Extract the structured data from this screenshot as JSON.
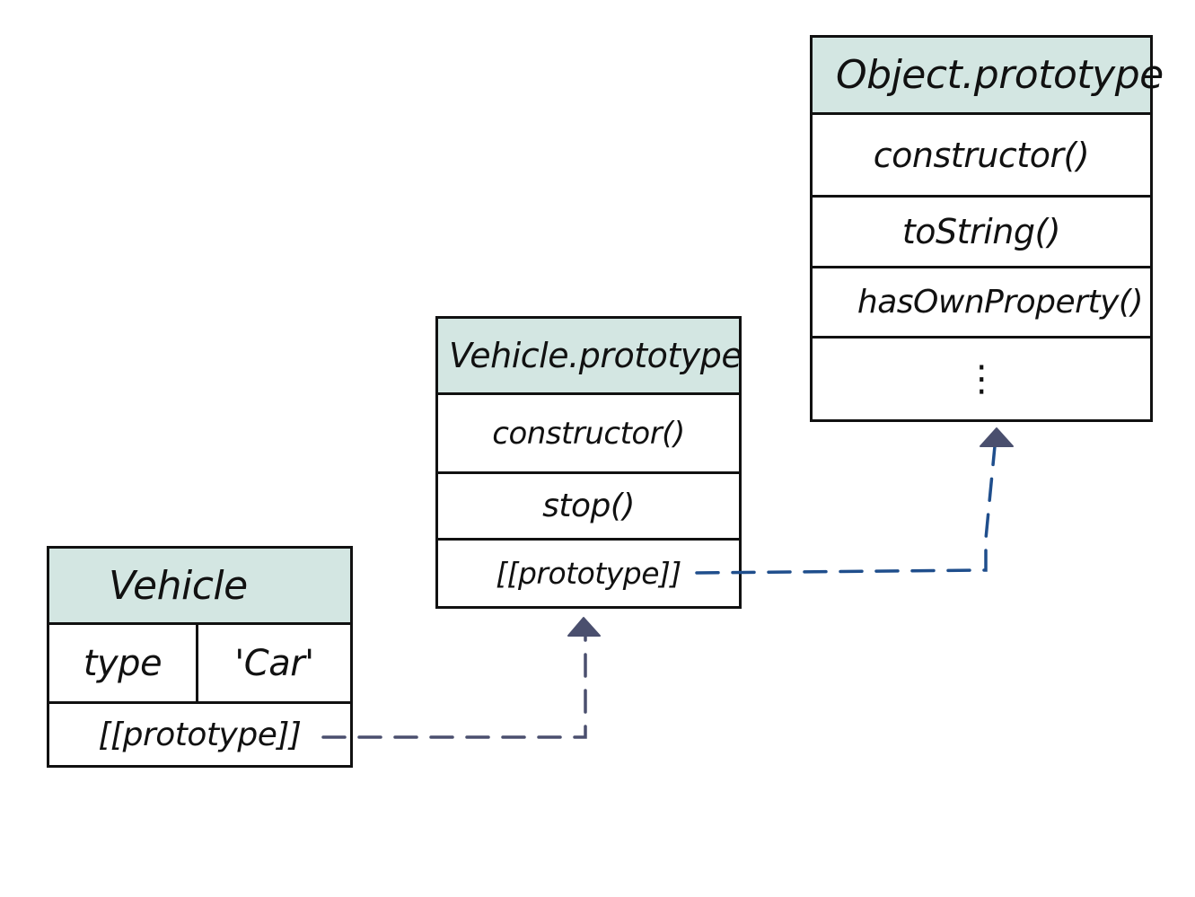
{
  "vehicle": {
    "title": "Vehicle",
    "type_key": "type",
    "type_value": "'Car'",
    "proto_slot": "[[prototype]]"
  },
  "vehicle_prototype": {
    "title": "Vehicle.prototype",
    "members": [
      "constructor()",
      "stop()"
    ],
    "proto_slot": "[[prototype]]"
  },
  "object_prototype": {
    "title": "Object.prototype",
    "members": [
      "constructor()",
      "toString()",
      "hasOwnProperty()"
    ],
    "more": "⋮"
  },
  "colors": {
    "header_fill": "#d3e6e2",
    "border": "#111111",
    "arrow_vehicle": "#4a4f6e",
    "arrow_prototype": "#1f4e8c"
  }
}
